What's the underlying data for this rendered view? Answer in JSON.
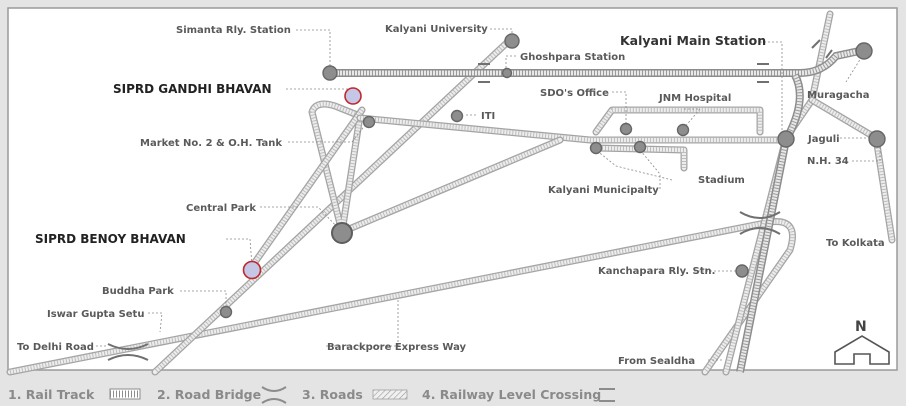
{
  "labels": {
    "simanta": "Simanta Rly. Station",
    "kalyani_univ": "Kalyani University",
    "ghoshpara": "Ghoshpara Station",
    "kalyani_main": "Kalyani Main Station",
    "gandhi_bhavan": "SIPRD GANDHI BHAVAN",
    "market": "Market No. 2 & O.H. Tank",
    "iti": "ITI",
    "sdo": "SDO's Office",
    "jnm": "JNM Hospital",
    "muragacha": "Muragacha",
    "jaguli": "Jaguli",
    "nh34": "N.H. 34",
    "municipality": "Kalyani Municipalty",
    "stadium": "Stadium",
    "central_park": "Central Park",
    "benoy_bhavan": "SIPRD BENOY BHAVAN",
    "to_kolkata": "To Kolkata",
    "kanchapara": "Kanchapara Rly. Stn.",
    "buddha_park": "Buddha Park",
    "iswar_gupta": "Iswar Gupta Setu",
    "to_delhi": "To Delhi Road",
    "expressway": "Barackpore Express Way",
    "from_sealdha": "From Sealdha",
    "north": "N"
  },
  "legend": {
    "rail_track": "1. Rail Track",
    "road_bridge": "2. Road Bridge",
    "roads": "3. Roads",
    "level_crossing": "4. Railway Level Crossing"
  },
  "colors": {
    "background": "#e4e4e4",
    "map_border": "#9a9a9a",
    "stop_fill": "#8d8d8d",
    "sip_fill": "#c6c6e6",
    "sip_border": "#c0282a"
  },
  "icons": {
    "north_arrow": "house-shaped-north-arrow-icon"
  }
}
